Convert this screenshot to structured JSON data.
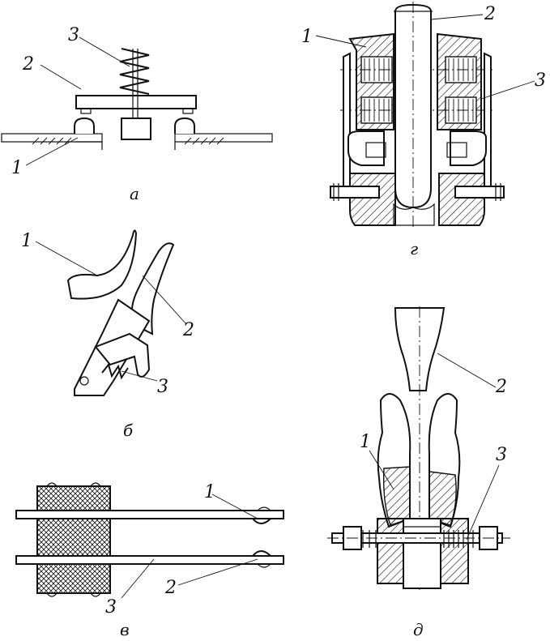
{
  "figures": {
    "a": {
      "caption": "а",
      "labels": [
        "1",
        "2",
        "3"
      ]
    },
    "b": {
      "caption": "б",
      "labels": [
        "1",
        "2",
        "3"
      ]
    },
    "v": {
      "caption": "в",
      "labels": [
        "1",
        "2",
        "3"
      ]
    },
    "g": {
      "caption": "г",
      "labels": [
        "1",
        "2",
        "3"
      ]
    },
    "d": {
      "caption": "д",
      "labels": [
        "1",
        "2",
        "3"
      ]
    }
  },
  "colors": {
    "ink": "#111111",
    "paper": "#ffffff"
  }
}
